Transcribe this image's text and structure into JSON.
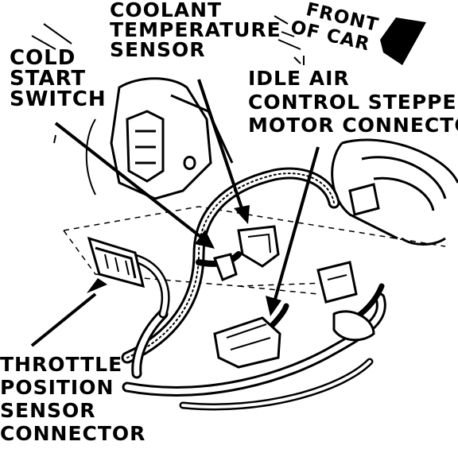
{
  "labels": {
    "coolant_sensor": [
      "COOLANT",
      "TEMPERATURE",
      "SENSOR"
    ],
    "cold_start_switch": [
      "COLD",
      "START",
      "SWITCH"
    ],
    "iac_connector": [
      "IDLE AIR",
      "CONTROL STEPPER",
      "MOTOR CONNECTOR"
    ],
    "tps_connector": [
      "THROTTLE",
      "POSITION",
      "SENSOR",
      "CONNECTOR"
    ],
    "front_of_car": [
      "FRONT",
      "OF CAR"
    ]
  },
  "colors": {
    "ink": "#000000",
    "paper": "#ffffff"
  },
  "icons": {
    "direction": "arrow-front-icon"
  }
}
